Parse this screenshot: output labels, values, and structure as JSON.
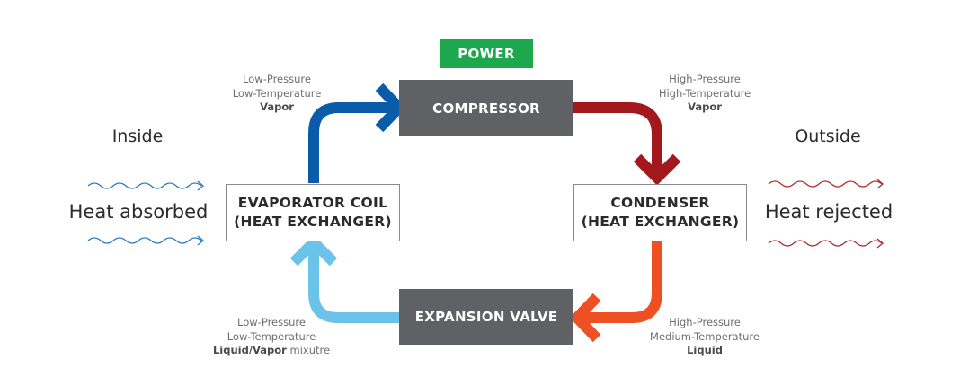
{
  "components": {
    "power": "POWER",
    "compressor": "COMPRESSOR",
    "condenser_line1": "CONDENSER",
    "condenser_line2": "(HEAT EXCHANGER)",
    "expansion_valve": "EXPANSION VALVE",
    "evaporator_line1": "EVAPORATOR COIL",
    "evaporator_line2": "(HEAT EXCHANGER)"
  },
  "states": {
    "evap_to_comp": {
      "line1": "Low-Pressure",
      "line2": "Low-Temperature",
      "line3": "Vapor"
    },
    "comp_to_cond": {
      "line1": "High-Pressure",
      "line2": "High-Temperature",
      "line3": "Vapor"
    },
    "cond_to_exp": {
      "line1": "High-Pressure",
      "line2": "Medium-Temperature",
      "line3": "Liquid"
    },
    "exp_to_evap": {
      "line1": "Low-Pressure",
      "line2": "Low-Temperature",
      "line3_bold": "Liquid/Vapor",
      "line3_rest": " mixutre"
    }
  },
  "inside": {
    "title": "Inside",
    "label": "Heat absorbed"
  },
  "outside": {
    "title": "Outside",
    "label": "Heat rejected"
  },
  "colors": {
    "low_pressure_vapor": "#0a5ca8",
    "high_pressure_vapor": "#a3181c",
    "high_pressure_liquid": "#ee4f23",
    "low_pressure_mixture": "#6cc3ea",
    "component_dark": "#5f6165",
    "power_green": "#1ea84e",
    "inside_wave": "#2a7bb8",
    "outside_wave": "#b03030"
  }
}
